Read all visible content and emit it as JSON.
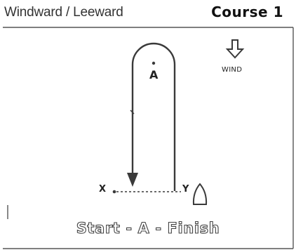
{
  "header": {
    "title": "Windward / Leeward",
    "course": "Course 1"
  },
  "diagram": {
    "mark_label": "A",
    "start_left_label": "X",
    "start_right_label": "Y",
    "wind_label": "WIND",
    "wind_icon": "down-arrow-icon",
    "boat_icon": "boat-icon"
  },
  "caption": "Start - A - Finish",
  "colors": {
    "line": "#3a3a3a",
    "frame": "#555555",
    "background": "#ffffff"
  }
}
